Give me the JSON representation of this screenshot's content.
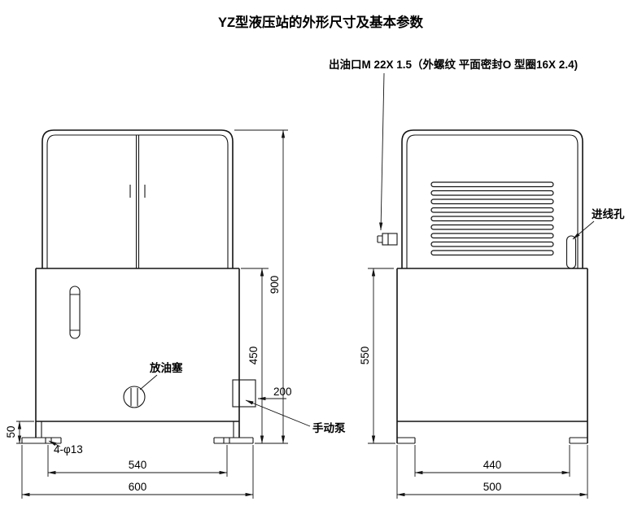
{
  "title": "YZ型液压站的外形尺寸及基本参数",
  "callouts": {
    "oil_outlet": "出油口M 22X 1.5（外螺纹 平面密封O 型圈16X 2.4)",
    "drain_plug": "放油塞",
    "hand_pump": "手动泵",
    "cable_entry_hole": "进线孔",
    "mounting_holes": "4-φ13"
  },
  "dimensions": {
    "front_view": {
      "overall_height": "900",
      "tank_height": "450",
      "pump_offset": "200",
      "base_height": "50",
      "hole_spacing": "540",
      "overall_width": "600"
    },
    "side_view": {
      "tank_height": "550",
      "hole_spacing": "440",
      "overall_depth": "500"
    }
  }
}
